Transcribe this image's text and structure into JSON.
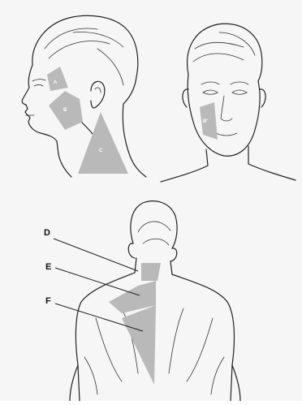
{
  "panels": {
    "head_side": {
      "labels": {
        "a": "A",
        "b": "B",
        "c": "C"
      }
    },
    "face_front": {
      "labels": {
        "b_prime": "B'"
      }
    },
    "back": {
      "labels": {
        "d": "D",
        "e": "E",
        "f": "F"
      }
    }
  },
  "colors": {
    "region_fill": "#b9b9b9",
    "line": "#222222",
    "background": "#f6f6f6"
  }
}
